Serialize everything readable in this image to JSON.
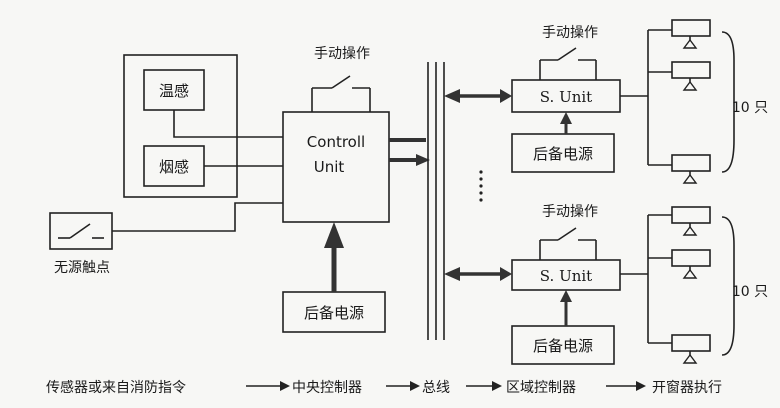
{
  "labels": {
    "temp_sensor": "温感",
    "smoke_sensor": "烟感",
    "passive_contact": "无源触点",
    "manual_op_main": "手动操作",
    "controller_line1": "Controll",
    "controller_line2": "Unit",
    "backup_power_main": "后备电源",
    "manual_op_top": "手动操作",
    "sunit_top": "S. Unit",
    "backup_power_top": "后备电源",
    "count_top": "10 只",
    "manual_op_bottom": "手动操作",
    "sunit_bottom": "S. Unit",
    "backup_power_bottom": "后备电源",
    "count_bottom": "10 只"
  },
  "flow": {
    "step1": "传感器或来自消防指令",
    "step2": "中央控制器",
    "step3": "总线",
    "step4": "区域控制器",
    "step5": "开窗器执行"
  }
}
